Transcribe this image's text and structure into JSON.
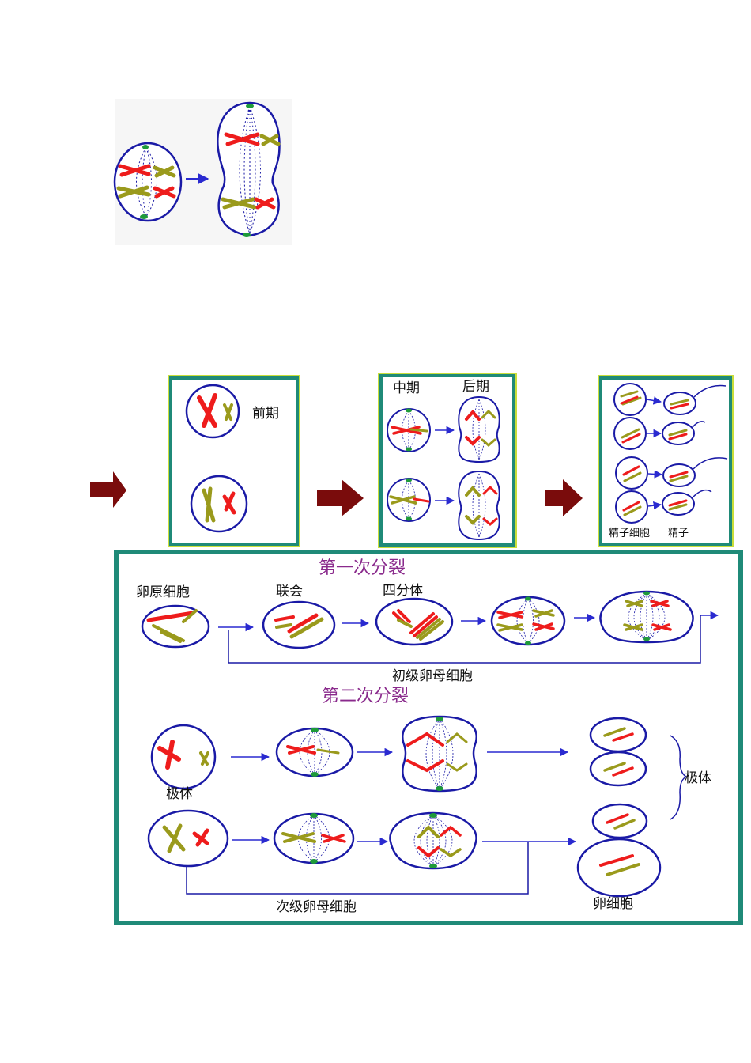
{
  "colors": {
    "frame_green": "#1f8a78",
    "panel_border_yellow": "#c9de3a",
    "cell_blue": "#1a1aa6",
    "chromosome_red": "#ee1c1c",
    "chromosome_olive": "#9a9a1c",
    "centrosome_green": "#1e9a3a",
    "arrow_darkred": "#7a0c0c",
    "arrow_blue": "#2a2ad0",
    "title_purple": "#8a2a8c"
  },
  "panel_prophase": {
    "label": "前期"
  },
  "panel_meta_ana": {
    "label_metaphase": "中期",
    "label_anaphase": "后期"
  },
  "panel_spermatids": {
    "label_spermatid": "精子细胞",
    "label_sperm": "精子"
  },
  "oogenesis": {
    "title_first_division": "第一次分裂",
    "label_oogonium": "卵原细胞",
    "label_synapsis": "联会",
    "label_tetrad": "四分体",
    "label_primary_oocyte": "初级卵母细胞",
    "title_second_division": "第二次分裂",
    "label_polar_body": "极体",
    "label_polar_bodies": "极体",
    "label_secondary_oocyte": "次级卵母细胞",
    "label_egg": "卵细胞"
  }
}
